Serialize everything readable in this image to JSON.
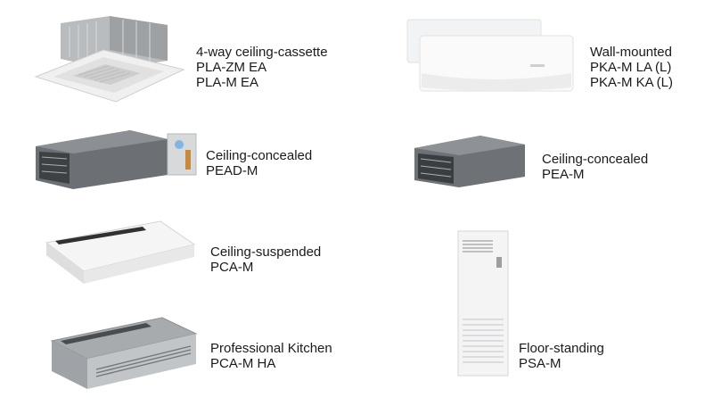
{
  "units": [
    {
      "id": "cassette",
      "lines": [
        "4-way ceiling-cassette",
        "PLA-ZM EA",
        "PLA-M EA"
      ]
    },
    {
      "id": "wall",
      "lines": [
        "Wall-mounted",
        "PKA-M LA (L)",
        "PKA-M KA (L)"
      ]
    },
    {
      "id": "pead",
      "lines": [
        "Ceiling-concealed",
        "PEAD-M"
      ]
    },
    {
      "id": "pea",
      "lines": [
        "Ceiling-concealed",
        "PEA-M"
      ]
    },
    {
      "id": "pca",
      "lines": [
        "Ceiling-suspended",
        "PCA-M"
      ]
    },
    {
      "id": "psa",
      "lines": [
        "Floor-standing",
        "PSA-M"
      ]
    },
    {
      "id": "pcaha",
      "lines": [
        "Professional Kitchen",
        "PCA-M HA"
      ]
    }
  ]
}
